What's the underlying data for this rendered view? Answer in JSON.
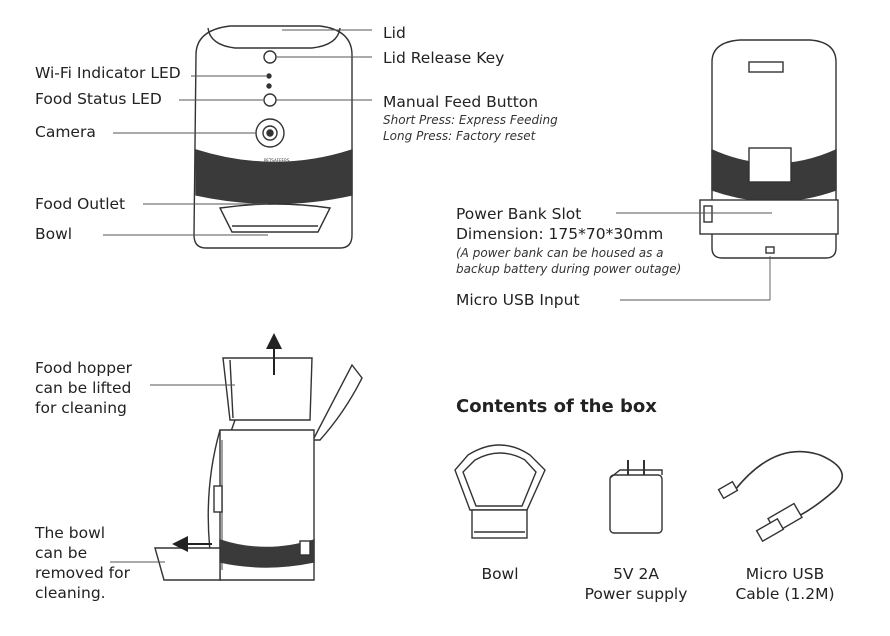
{
  "front_labels": {
    "lid": "Lid",
    "lid_release_key": "Lid Release Key",
    "wifi_led": "Wi-Fi Indicator LED",
    "food_status_led": "Food Status LED",
    "manual_feed_button": "Manual Feed Button",
    "short_press": "Short Press: Express Feeding",
    "long_press": "Long Press: Factory reset",
    "camera": "Camera",
    "food_outlet": "Food Outlet",
    "bowl": "Bowl",
    "brand_mark": "PETSAFEERS"
  },
  "back_labels": {
    "power_bank_slot": "Power Bank Slot",
    "dimension": "Dimension: 175*70*30mm",
    "note_line1": "(A power bank can be housed as a",
    "note_line2": "backup battery during power outage)",
    "micro_usb_input": "Micro USB Input"
  },
  "side_labels": {
    "hopper": "Food hopper\ncan be lifted\nfor cleaning",
    "bowl_removed": "The bowl\ncan be\nremoved for\ncleaning."
  },
  "contents": {
    "title": "Contents of the box",
    "items": [
      {
        "label": "Bowl",
        "icon": "bowl-icon"
      },
      {
        "label": "5V 2A\nPower supply",
        "icon": "power-adapter-icon"
      },
      {
        "label": "Micro USB\nCable (1.2M)",
        "icon": "usb-cable-icon"
      }
    ]
  },
  "colors": {
    "line": "#333333",
    "device_band": "#3a3a3a",
    "leader": "#555555"
  }
}
